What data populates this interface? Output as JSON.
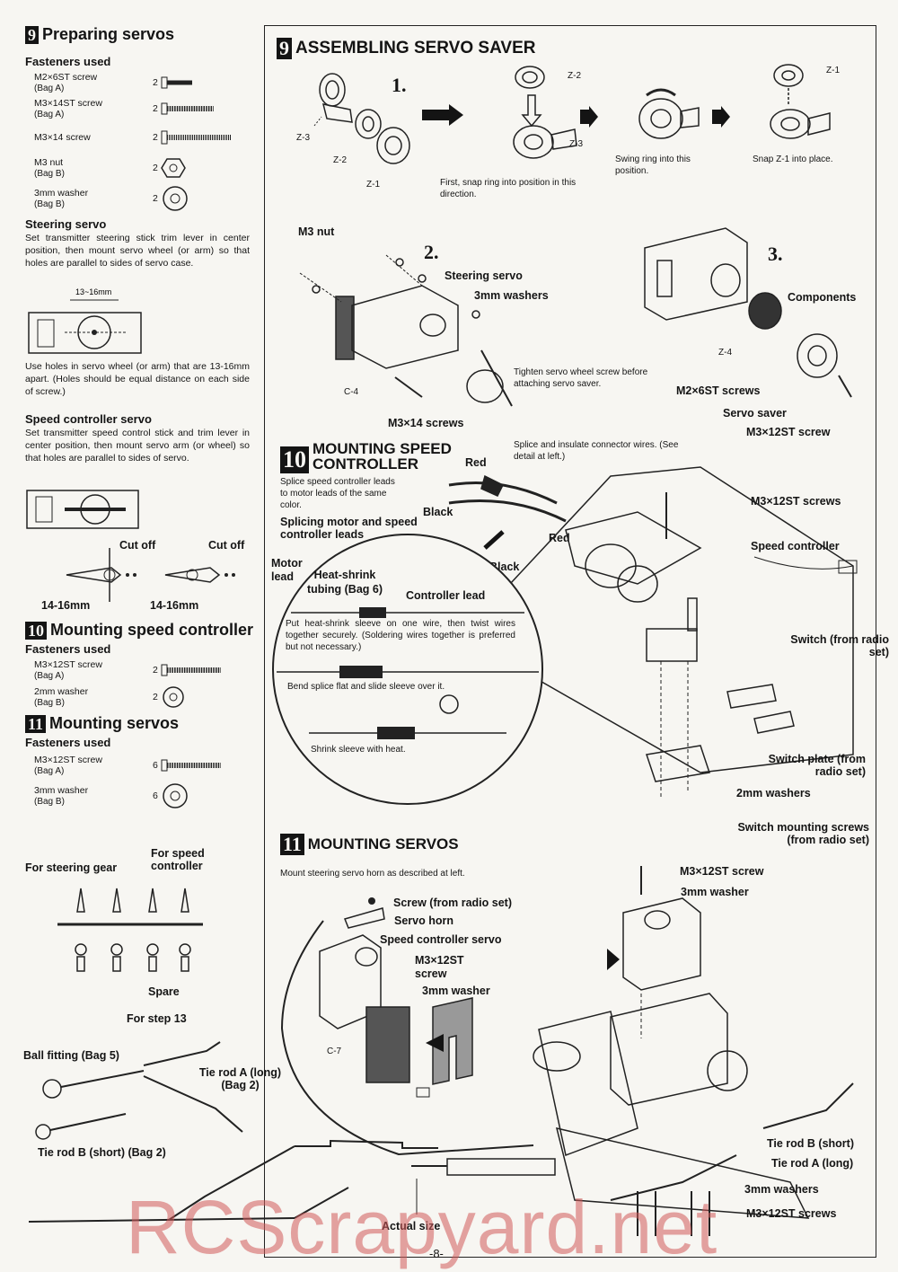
{
  "left": {
    "prep": {
      "num": "9",
      "title": "Preparing servos",
      "fasteners_title": "Fasteners used",
      "items": [
        {
          "name": "M2×6ST screw",
          "qty": "2",
          "bag": "(Bag A)"
        },
        {
          "name": "M3×14ST screw",
          "qty": "2",
          "bag": "(Bag A)"
        },
        {
          "name": "M3×14 screw",
          "qty": "2",
          "bag": ""
        },
        {
          "name": "M3 nut",
          "qty": "2",
          "bag": "(Bag B)"
        },
        {
          "name": "3mm washer",
          "qty": "2",
          "bag": "(Bag B)"
        }
      ]
    },
    "steering": {
      "title": "Steering servo",
      "text": "Set transmitter steering stick trim lever in center position, then mount servo wheel (or arm) so that holes are parallel to sides of servo case.",
      "dim": "13~16mm",
      "note": "Use holes in servo wheel (or arm) that are 13-16mm apart. (Holes should be equal distance on each side of screw.)"
    },
    "speed": {
      "title": "Speed controller servo",
      "text": "Set transmitter speed control stick and trim lever in center position, then mount servo arm (or wheel) so that holes are parallel to sides of servo.",
      "cut1": "Cut off",
      "cut2": "Cut off",
      "dim1": "14-16mm",
      "dim2": "14-16mm"
    },
    "mount_sc": {
      "num": "10",
      "title": "Mounting speed controller",
      "fasteners_title": "Fasteners used",
      "items": [
        {
          "name": "M3×12ST screw",
          "qty": "2",
          "bag": "(Bag A)"
        },
        {
          "name": "2mm washer",
          "qty": "2",
          "bag": "(Bag B)"
        }
      ]
    },
    "mount_servos": {
      "num": "11",
      "title": "Mounting servos",
      "fasteners_title": "Fasteners used",
      "items": [
        {
          "name": "M3×12ST screw",
          "qty": "6",
          "bag": "(Bag A)"
        },
        {
          "name": "3mm washer",
          "qty": "6",
          "bag": "(Bag B)"
        }
      ]
    },
    "horns": {
      "steer": "For steering gear",
      "speed": "For speed controller",
      "spare": "Spare",
      "step13": "For step 13"
    },
    "ball": {
      "fitting": "Ball fitting (Bag 5)",
      "tie_a": "Tie rod A (long) (Bag 2)",
      "tie_b": "Tie rod B (short) (Bag 2)"
    },
    "actual": "Actual size"
  },
  "s9": {
    "num": "9",
    "title": "ASSEMBLING SERVO SAVER",
    "step1": "1.",
    "step2": "2.",
    "step3": "3.",
    "parts": {
      "z3": "Z-3",
      "z2": "Z-2",
      "z1": "Z-1",
      "z4": "Z-4",
      "c4": "C-4"
    },
    "cap1": "First, snap ring into position in this direction.",
    "cap2": "Swing ring into this position.",
    "cap3": "Snap Z-1 into place.",
    "m3nut": "M3 nut",
    "steering_servo": "Steering servo",
    "washers": "3mm washers",
    "tighten": "Tighten servo wheel screw before attaching servo saver.",
    "m3x14": "M3×14 screws",
    "components": "Components",
    "m2x6": "M2×6ST screws",
    "saver": "Servo saver",
    "m3x12": "M3×12ST screw"
  },
  "s10": {
    "num": "10",
    "title1": "MOUNTING SPEED",
    "title2": "CONTROLLER",
    "intro": "Splice speed controller leads to motor leads of the same color.",
    "splice_title": "Splicing motor and speed controller leads",
    "splice_note": "Splice and insulate connector wires. (See detail at left.)",
    "red1": "Red",
    "black1": "Black",
    "red2": "Red",
    "black2": "Black",
    "m3x12": "M3×12ST screws",
    "sc": "Speed controller",
    "motor": "Motor lead",
    "heat": "Heat-shrink tubing (Bag 6)",
    "ctrl": "Controller lead",
    "put": "Put heat-shrink sleeve on one wire, then twist wires together securely. (Soldering wires together is preferred but not necessary.)",
    "bend": "Bend splice flat and slide sleeve over it.",
    "shrink": "Shrink sleeve with heat.",
    "switch": "Switch (from radio set)",
    "plate": "Switch plate (from radio set)",
    "washers": "2mm washers",
    "screws": "Switch mounting screws (from radio set)"
  },
  "s11": {
    "num": "11",
    "title": "MOUNTING SERVOS",
    "intro": "Mount steering servo horn as described at left.",
    "screw": "Screw (from radio set)",
    "horn": "Servo horn",
    "scs": "Speed controller servo",
    "m3x12": "M3×12ST screw",
    "washer": "3mm washer",
    "c7": "C-7",
    "top_screw": "M3×12ST screw",
    "top_washer": "3mm washer",
    "tie_b": "Tie rod B (short)",
    "tie_a": "Tie rod A (long)",
    "bot_washers": "3mm washers",
    "bot_screws": "M3×12ST screws"
  },
  "page": "-8-",
  "watermark": "RCScrapyard.net"
}
